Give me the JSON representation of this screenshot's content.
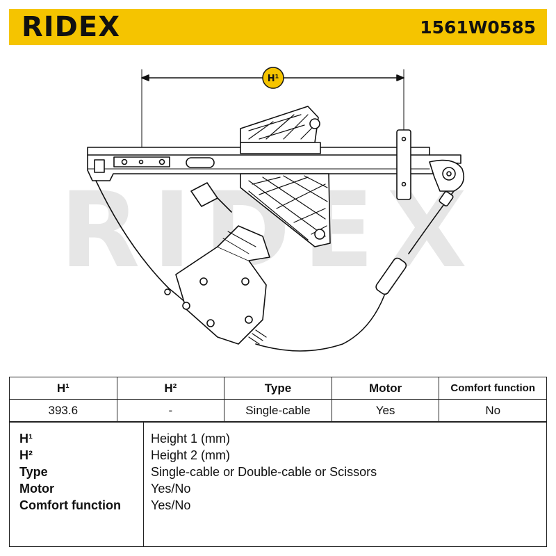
{
  "header": {
    "brand": "RIDEX",
    "part_number": "1561W0585",
    "background_color": "#f5c400"
  },
  "drawing": {
    "watermark": "RIDEX",
    "dimension_label": "H¹"
  },
  "specs_table": {
    "headers": [
      "H¹",
      "H²",
      "Type",
      "Motor",
      "Comfort function"
    ],
    "values": [
      "393.6",
      "-",
      "Single-cable",
      "Yes",
      "No"
    ]
  },
  "legend": [
    {
      "key": "H¹",
      "value": "Height 1 (mm)"
    },
    {
      "key": "H²",
      "value": "Height 2 (mm)"
    },
    {
      "key": "Type",
      "value": "Single-cable or Double-cable or Scissors"
    },
    {
      "key": "Motor",
      "value": "Yes/No"
    },
    {
      "key": "Comfort function",
      "value": "Yes/No"
    }
  ]
}
